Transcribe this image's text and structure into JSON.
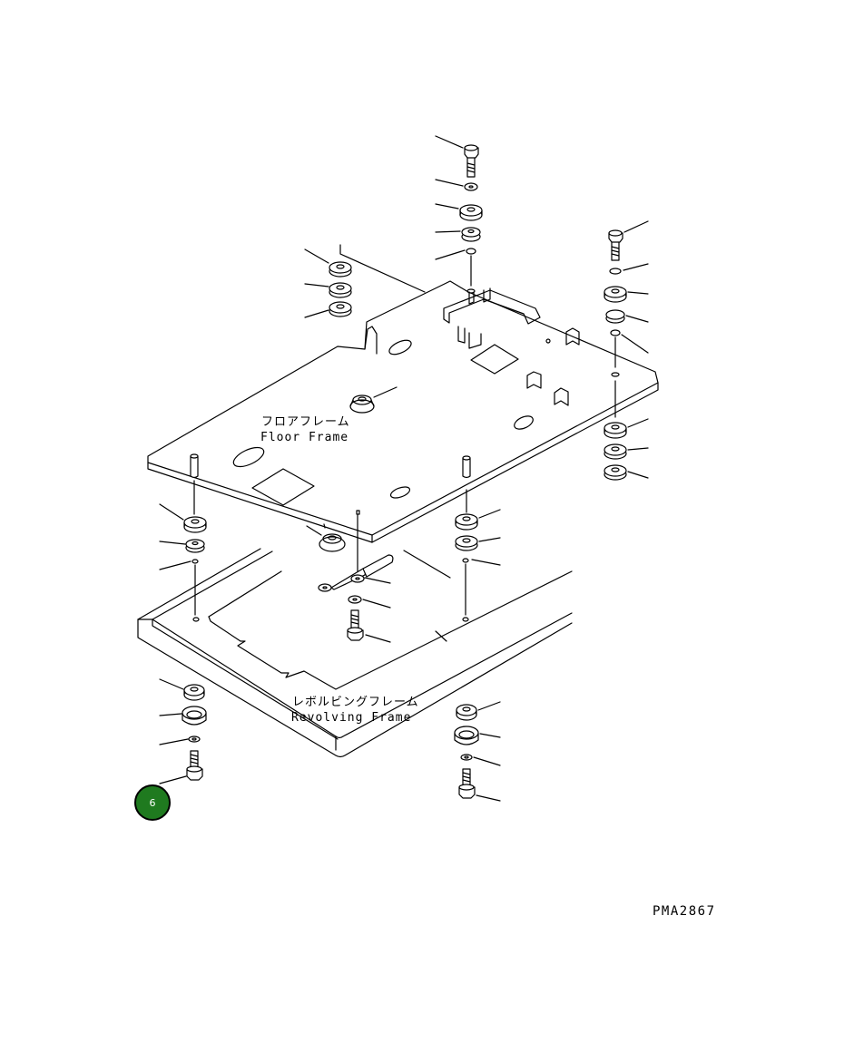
{
  "labels": {
    "floor_frame_jp": "フロアフレーム",
    "floor_frame_en": "Floor Frame",
    "revolving_frame_jp": "レボルビングフレーム",
    "revolving_frame_en": "Revolving Frame",
    "drawing_code": "PMA2867"
  },
  "callout": {
    "number": "6",
    "color": "#1f7a1f"
  }
}
